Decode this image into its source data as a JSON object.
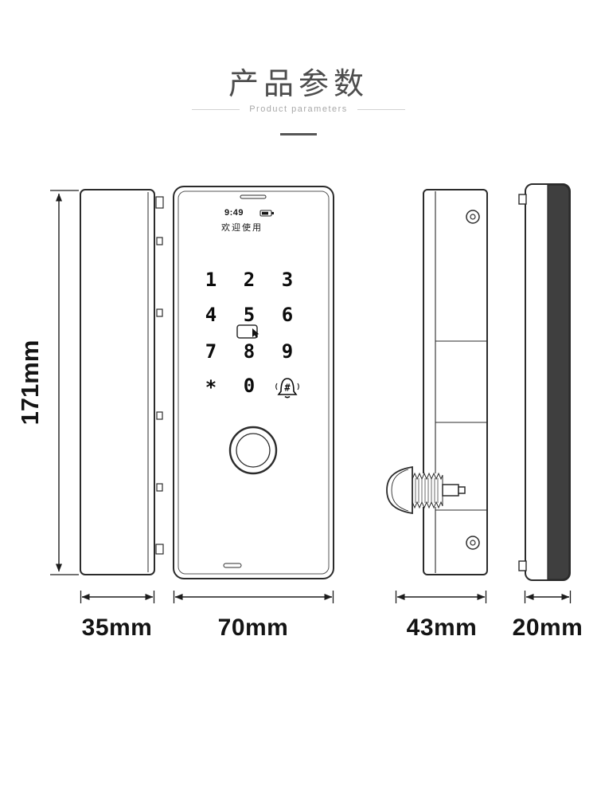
{
  "header": {
    "title": "产品参数",
    "subtitle": "Product parameters"
  },
  "dimensions": {
    "height": "171mm",
    "back_width": "35mm",
    "front_width": "70mm",
    "side_depth": "43mm",
    "edge_depth": "20mm"
  },
  "lock_display": {
    "time": "9:49",
    "welcome": "欢迎使用"
  },
  "keypad": {
    "keys": [
      "1",
      "2",
      "3",
      "4",
      "5",
      "6",
      "7",
      "8",
      "9",
      "*",
      "0",
      "#"
    ]
  },
  "icons": {
    "battery": "battery-icon",
    "touch_card": "touch-card-icon",
    "doorbell": "doorbell-icon",
    "fingerprint": "fingerprint-sensor-icon"
  },
  "colors": {
    "line": "#2b2b2b",
    "label": "#141414",
    "title": "#4d4d4d",
    "subtitle": "#a8a8a8",
    "edge_fill": "#3f3f3f"
  }
}
